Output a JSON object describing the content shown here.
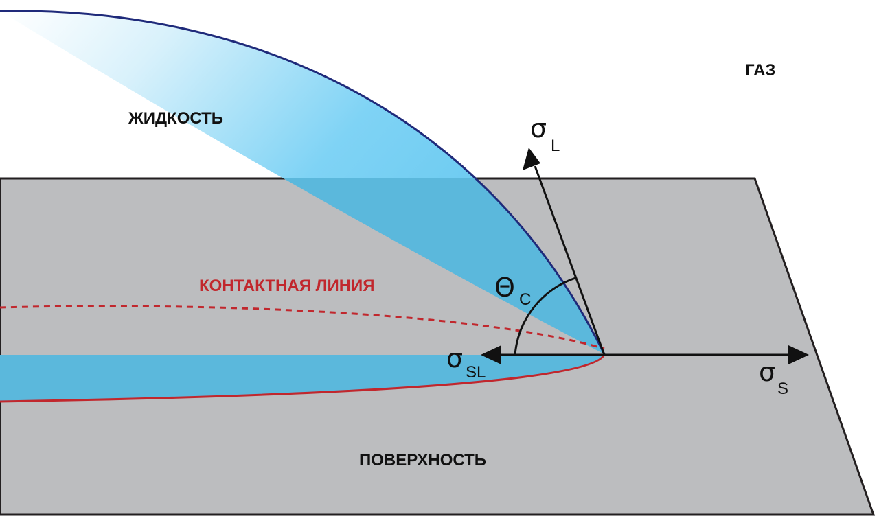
{
  "labels": {
    "gas": "ГАЗ",
    "liquid": "ЖИДКОСТЬ",
    "contact_line": "КОНТАКТНАЯ ЛИНИЯ",
    "surface": "ПОВЕРХНОСТЬ"
  },
  "symbols": {
    "sigma_l": {
      "main": "σ",
      "sub": "L"
    },
    "sigma_s": {
      "main": "σ",
      "sub": "S"
    },
    "sigma_sl": {
      "main": "σ",
      "sub": "SL"
    },
    "theta_c": {
      "main": "Θ",
      "sub": "C"
    }
  },
  "colors": {
    "surface_fill": "#bcbdbf",
    "outline": "#231f20",
    "liquid_light": "#e6f6fd",
    "liquid_blue": "#5bc1ea",
    "liquid_edge": "#1f2a7a",
    "contact_red": "#c1272d",
    "arrow": "#111111"
  }
}
